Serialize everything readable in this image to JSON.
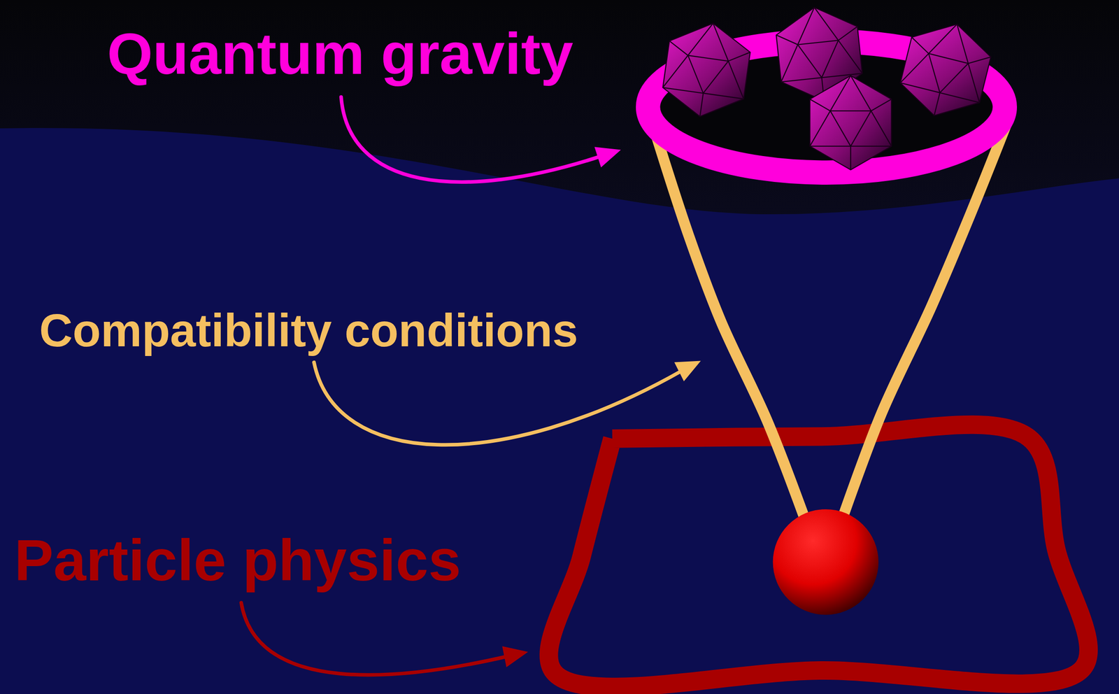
{
  "diagram": {
    "labels": [
      "Quantum gravity",
      "Compatibility conditions",
      "Particle physics"
    ]
  }
}
